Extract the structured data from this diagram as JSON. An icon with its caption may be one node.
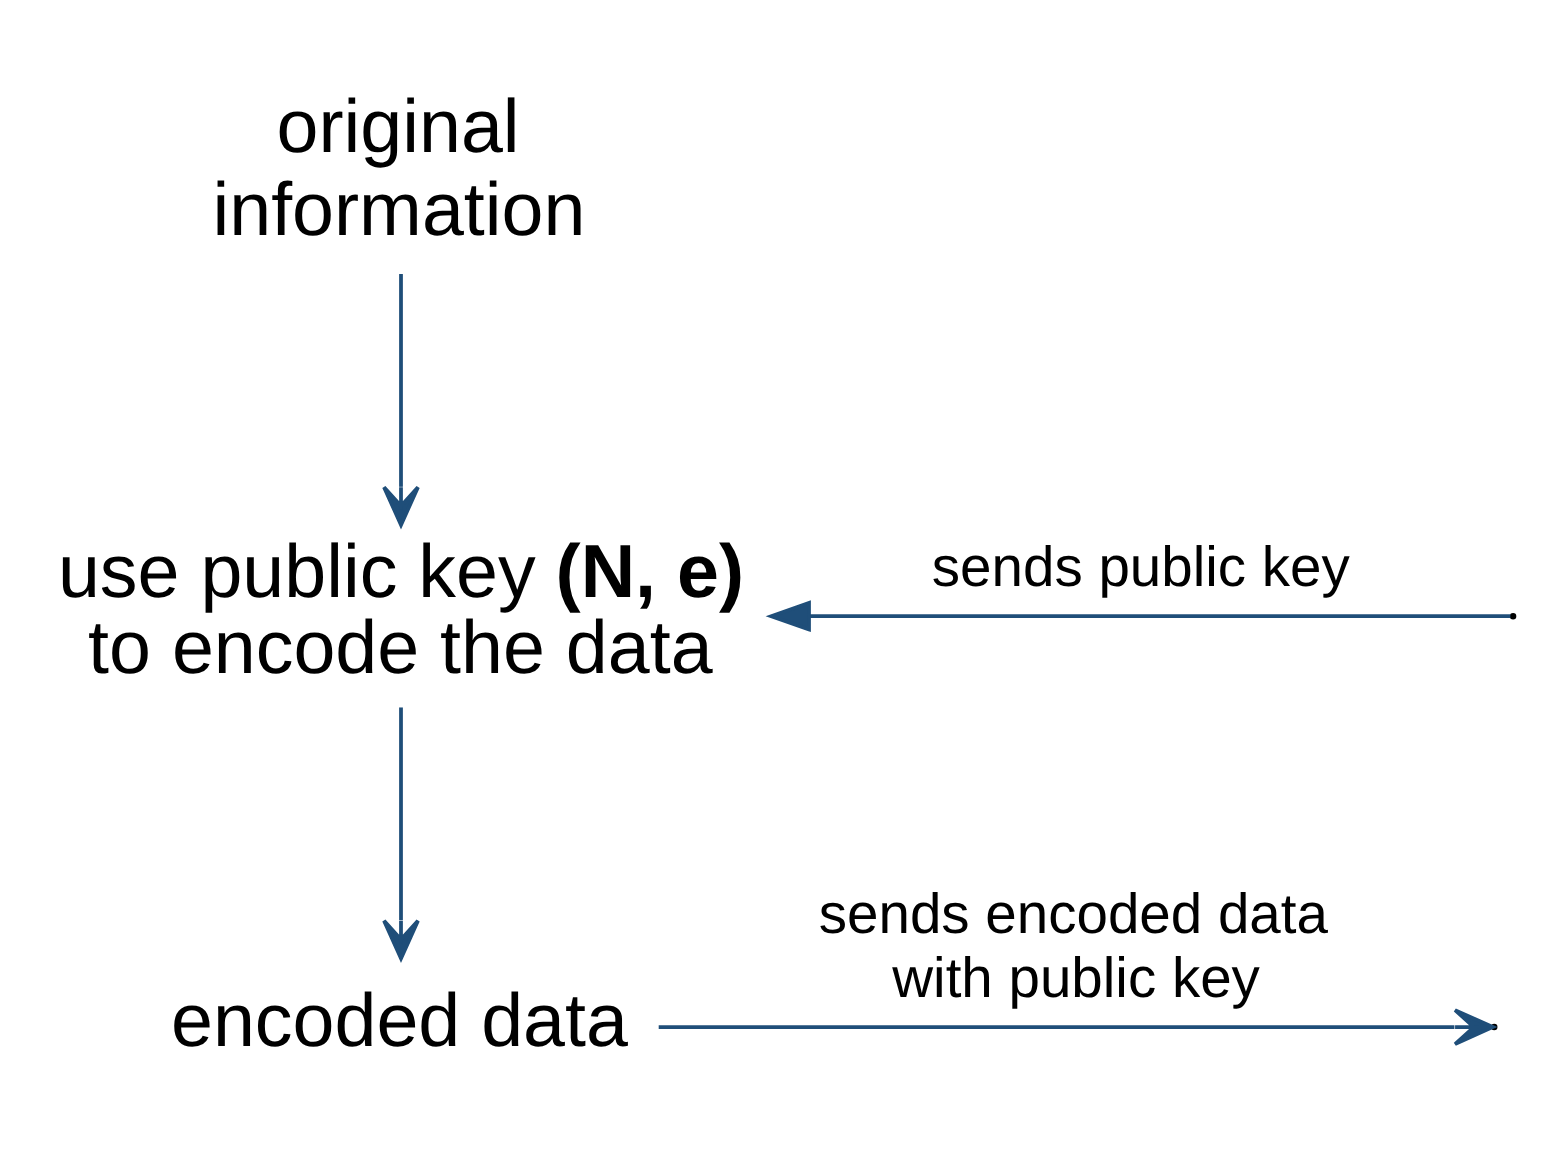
{
  "diagram": {
    "nodes": [
      {
        "text": [
          "original information"
        ]
      },
      {
        "text": [
          "use public key **(N, e)** to encode the data"
        ]
      },
      {
        "text": [
          "encoded data"
        ]
      }
    ],
    "edges": [
      {
        "from": 0,
        "to": 1,
        "arrow": "to"
      },
      {
        "from": null,
        "to": 1,
        "arrow": "to",
        "label": "sends public key"
      },
      {
        "from": 1,
        "to": 2,
        "arrow": "to"
      },
      {
        "from": 2,
        "to": null,
        "arrow": "to",
        "label": "sends encoded data with public key"
      }
    ]
  }
}
